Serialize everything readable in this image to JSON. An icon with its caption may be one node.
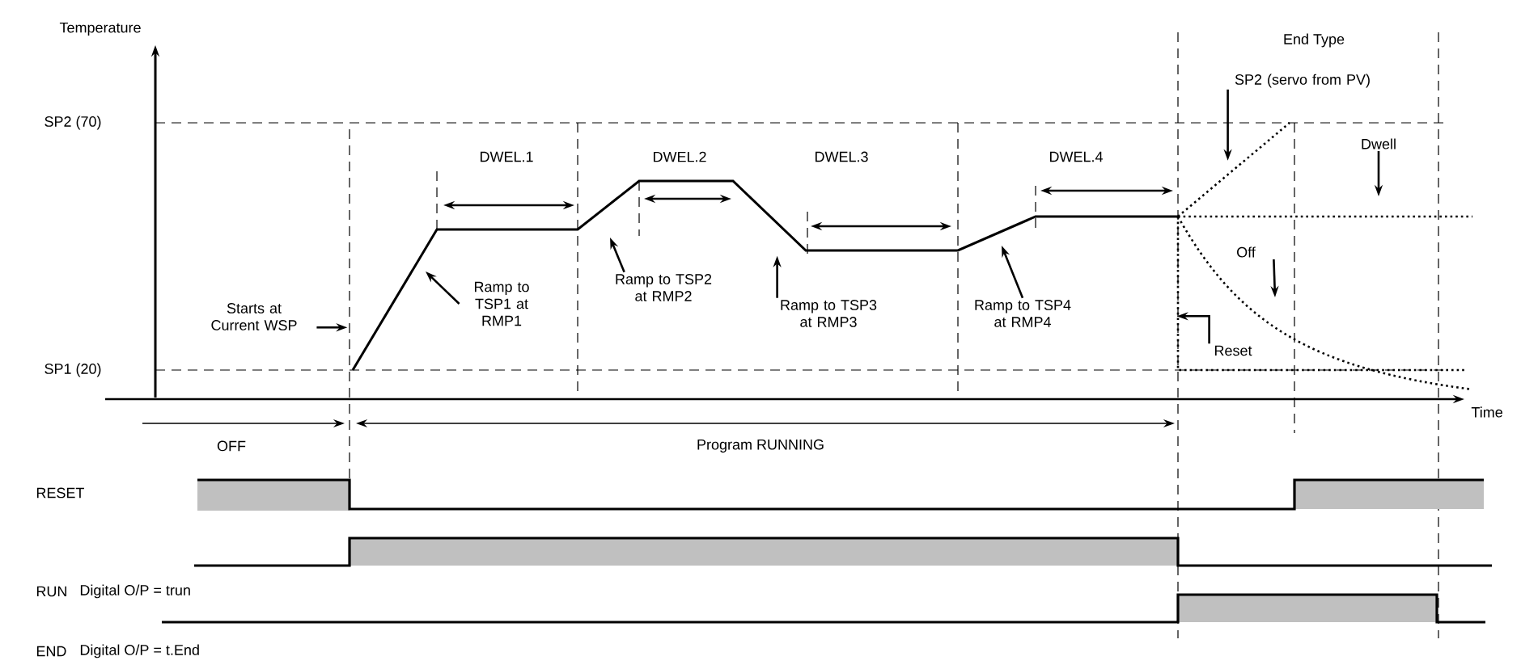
{
  "diagram": {
    "nodes": [
      {
        "text": [
          "Starts at Current WSP"
        ]
      },
      {
        "text": [
          "Ramp to TSP1 at RMP1"
        ]
      },
      {
        "text": [
          "Ramp to TSP2 at RMP2"
        ]
      },
      {
        "text": [
          "Ramp to TSP3 at RMP3"
        ]
      },
      {
        "text": [
          "Ramp to TSP4 at RMP4"
        ]
      },
      {
        "text": [
          "SP2 (servo from PV)"
        ]
      },
      {
        "text": [
          "Dwell"
        ]
      },
      {
        "text": [
          "Off"
        ]
      },
      {
        "text": [
          "Reset"
        ]
      }
    ],
    "edges": [
      {
        "from": 0,
        "to": null,
        "arrow": "to"
      },
      {
        "from": 1,
        "to": null,
        "arrow": "to"
      },
      {
        "from": 2,
        "to": null,
        "arrow": "to"
      },
      {
        "from": 3,
        "to": null,
        "arrow": "to"
      },
      {
        "from": 4,
        "to": null,
        "arrow": "to"
      },
      {
        "from": 5,
        "to": null,
        "arrow": "to"
      },
      {
        "from": 6,
        "to": null,
        "arrow": "to"
      },
      {
        "from": 7,
        "to": null,
        "arrow": "to"
      },
      {
        "from": 8,
        "to": null,
        "arrow": "to"
      }
    ],
    "labels": [
      "Temperature",
      "SP2 (70)",
      "SP1 (20)",
      "DWEL.1",
      "DWEL.2",
      "DWEL.3",
      "DWEL.4",
      "End Type",
      "Time",
      "OFF",
      "Program RUNNING",
      "RESET",
      "RUN",
      "Digital O/P = trun",
      "END",
      "Digital O/P = t.End"
    ]
  }
}
